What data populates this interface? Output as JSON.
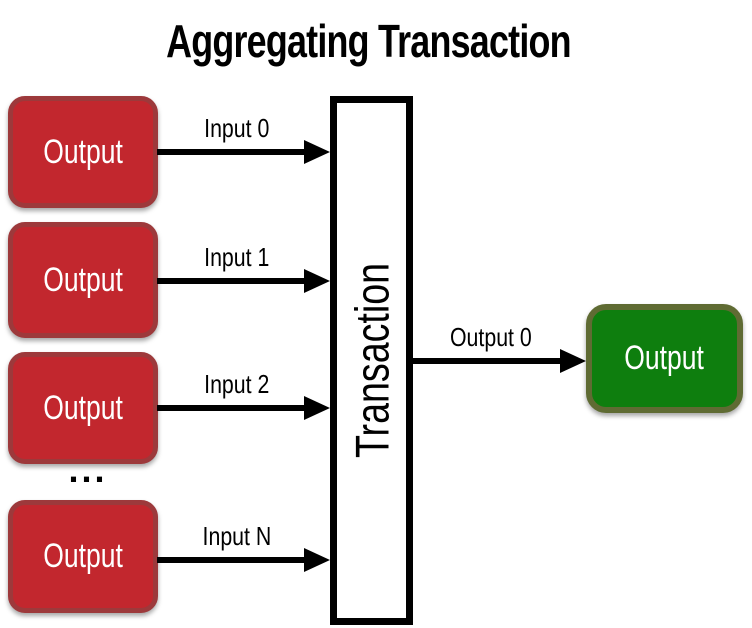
{
  "title": "Aggregating Transaction",
  "sources": [
    {
      "label": "Output"
    },
    {
      "label": "Output"
    },
    {
      "label": "Output"
    },
    {
      "label": "Output"
    }
  ],
  "inputs": [
    {
      "label": "Input 0"
    },
    {
      "label": "Input 1"
    },
    {
      "label": "Input 2"
    },
    {
      "label": "Input N"
    }
  ],
  "ellipsis": "...",
  "transaction": {
    "label": "Transaction"
  },
  "output_edge": {
    "label": "Output 0"
  },
  "destination": {
    "label": "Output"
  },
  "colors": {
    "source_fill": "#c2272e",
    "source_border": "#9d393b",
    "destination_fill": "#0e7e0e",
    "destination_border": "#5f6b33",
    "arrow": "#000000",
    "text_on_box": "#ffffff",
    "text": "#000000"
  }
}
